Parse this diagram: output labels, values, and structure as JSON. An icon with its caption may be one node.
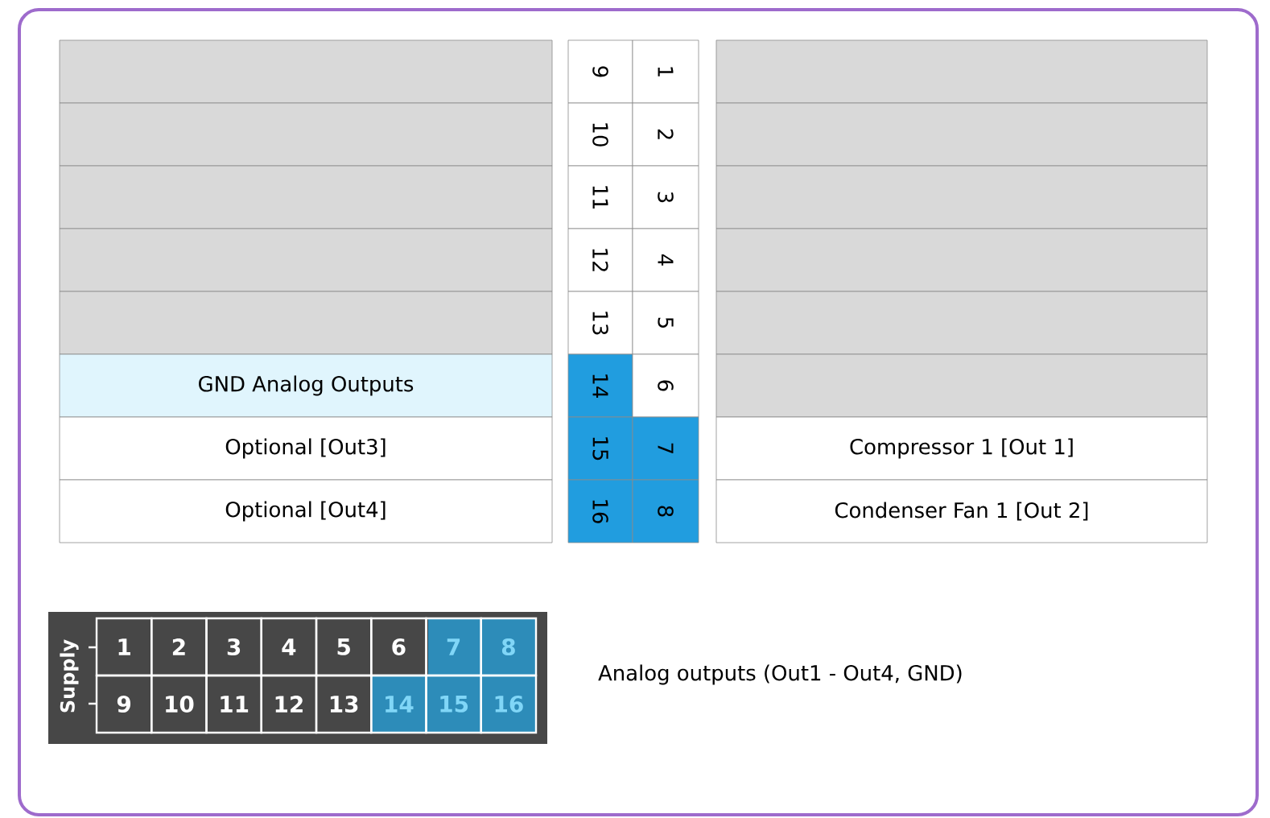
{
  "diagram": {
    "nodes": [
      {
        "text": [],
        "shape": "box"
      },
      {
        "text": [
          "9"
        ]
      },
      {
        "text": [
          "1"
        ]
      },
      {
        "text": [],
        "shape": "box"
      },
      {
        "text": [],
        "shape": "box"
      },
      {
        "text": [
          "10"
        ]
      },
      {
        "text": [
          "2"
        ]
      },
      {
        "text": [],
        "shape": "box"
      },
      {
        "text": [],
        "shape": "box"
      },
      {
        "text": [
          "11"
        ]
      },
      {
        "text": [
          "3"
        ]
      },
      {
        "text": [],
        "shape": "box"
      },
      {
        "text": [],
        "shape": "box"
      },
      {
        "text": [
          "12"
        ]
      },
      {
        "text": [
          "4"
        ]
      },
      {
        "text": [],
        "shape": "box"
      },
      {
        "text": [],
        "shape": "box"
      },
      {
        "text": [
          "13"
        ]
      },
      {
        "text": [
          "5"
        ]
      },
      {
        "text": [],
        "shape": "box"
      },
      {
        "text": [
          "GND Analog Outputs"
        ]
      },
      {
        "text": [
          "14"
        ]
      },
      {
        "text": [
          "6"
        ]
      },
      {
        "text": [],
        "shape": "box"
      },
      {
        "text": [
          "Optional [Out3]"
        ]
      },
      {
        "text": [
          "15"
        ]
      },
      {
        "text": [
          "7"
        ]
      },
      {
        "text": [
          "Compressor 1 [Out 1]"
        ]
      },
      {
        "text": [
          "Optional [Out4]"
        ]
      },
      {
        "text": [
          "16"
        ]
      },
      {
        "text": [
          "8"
        ]
      },
      {
        "text": [
          "Condenser Fan 1 [Out 2]"
        ]
      }
    ],
    "edges": [],
    "labels": [
      "Supply",
      "1",
      "2",
      "3",
      "4",
      "5",
      "6",
      "7",
      "8",
      "9",
      "10",
      "11",
      "12",
      "13",
      "14",
      "15",
      "16",
      "Analog outputs (Out1 - Out4, GND)"
    ]
  }
}
